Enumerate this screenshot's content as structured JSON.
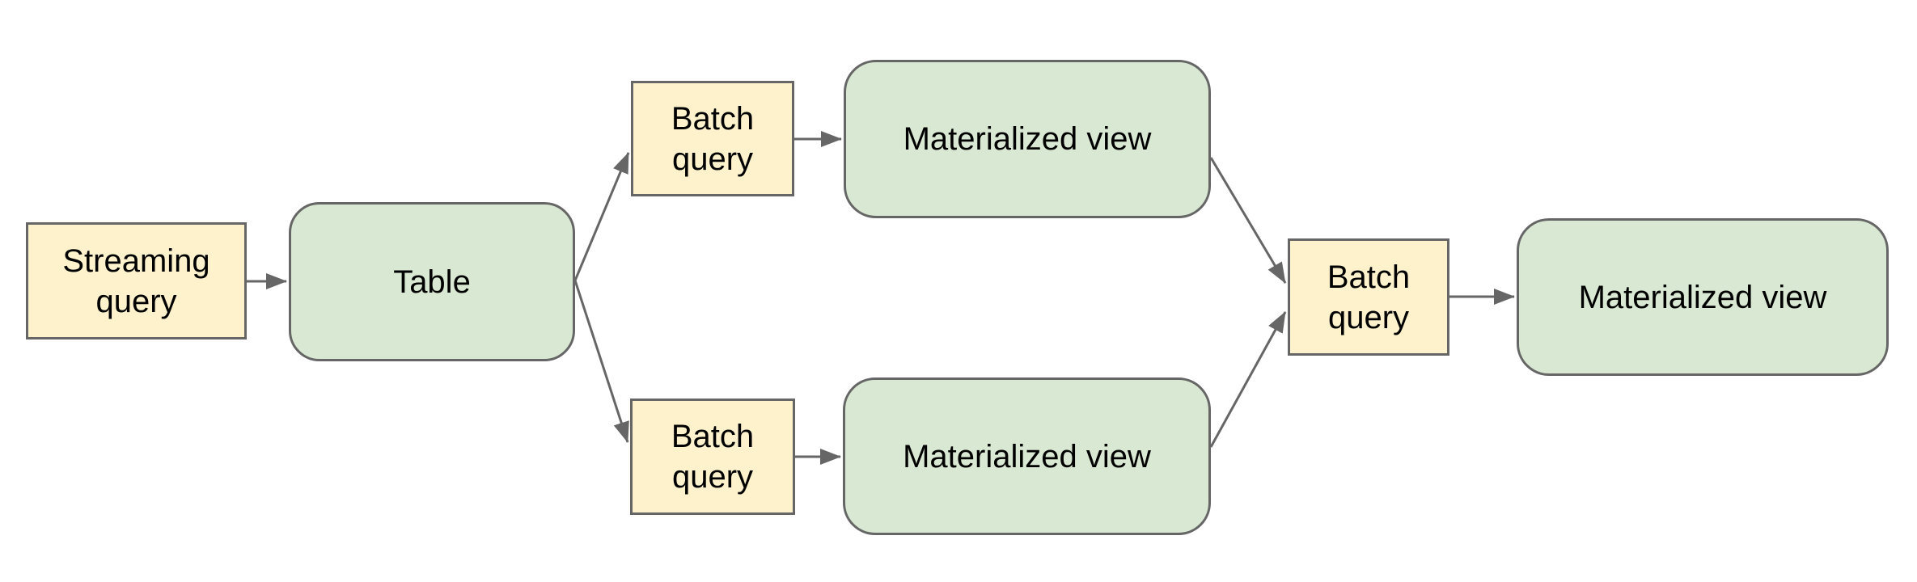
{
  "diagram": {
    "type": "flowchart",
    "background": "#ffffff",
    "colors": {
      "query_box_fill": "#fdf2cc",
      "view_box_fill": "#d9e8d2",
      "box_border": "#666666",
      "arrow": "#666666",
      "text": "#000000"
    },
    "nodes": {
      "streaming_query": {
        "label": "Streaming query",
        "shape": "rectangle",
        "fill": "#fdf2cc"
      },
      "table": {
        "label": "Table",
        "shape": "rounded-rectangle",
        "fill": "#d9e8d2"
      },
      "batch_query_top": {
        "label": "Batch query",
        "shape": "rectangle",
        "fill": "#fdf2cc"
      },
      "materialized_view_top": {
        "label": "Materialized view",
        "shape": "rounded-rectangle",
        "fill": "#d9e8d2"
      },
      "batch_query_bottom": {
        "label": "Batch query",
        "shape": "rectangle",
        "fill": "#fdf2cc"
      },
      "materialized_view_bottom": {
        "label": "Materialized view",
        "shape": "rounded-rectangle",
        "fill": "#d9e8d2"
      },
      "batch_query_right": {
        "label": "Batch query",
        "shape": "rectangle",
        "fill": "#fdf2cc"
      },
      "materialized_view_final": {
        "label": "Materialized view",
        "shape": "rounded-rectangle",
        "fill": "#d9e8d2"
      }
    },
    "edges": [
      {
        "from": "streaming_query",
        "to": "table"
      },
      {
        "from": "table",
        "to": "batch_query_top"
      },
      {
        "from": "table",
        "to": "batch_query_bottom"
      },
      {
        "from": "batch_query_top",
        "to": "materialized_view_top"
      },
      {
        "from": "batch_query_bottom",
        "to": "materialized_view_bottom"
      },
      {
        "from": "materialized_view_top",
        "to": "batch_query_right"
      },
      {
        "from": "materialized_view_bottom",
        "to": "batch_query_right"
      },
      {
        "from": "batch_query_right",
        "to": "materialized_view_final"
      }
    ]
  }
}
